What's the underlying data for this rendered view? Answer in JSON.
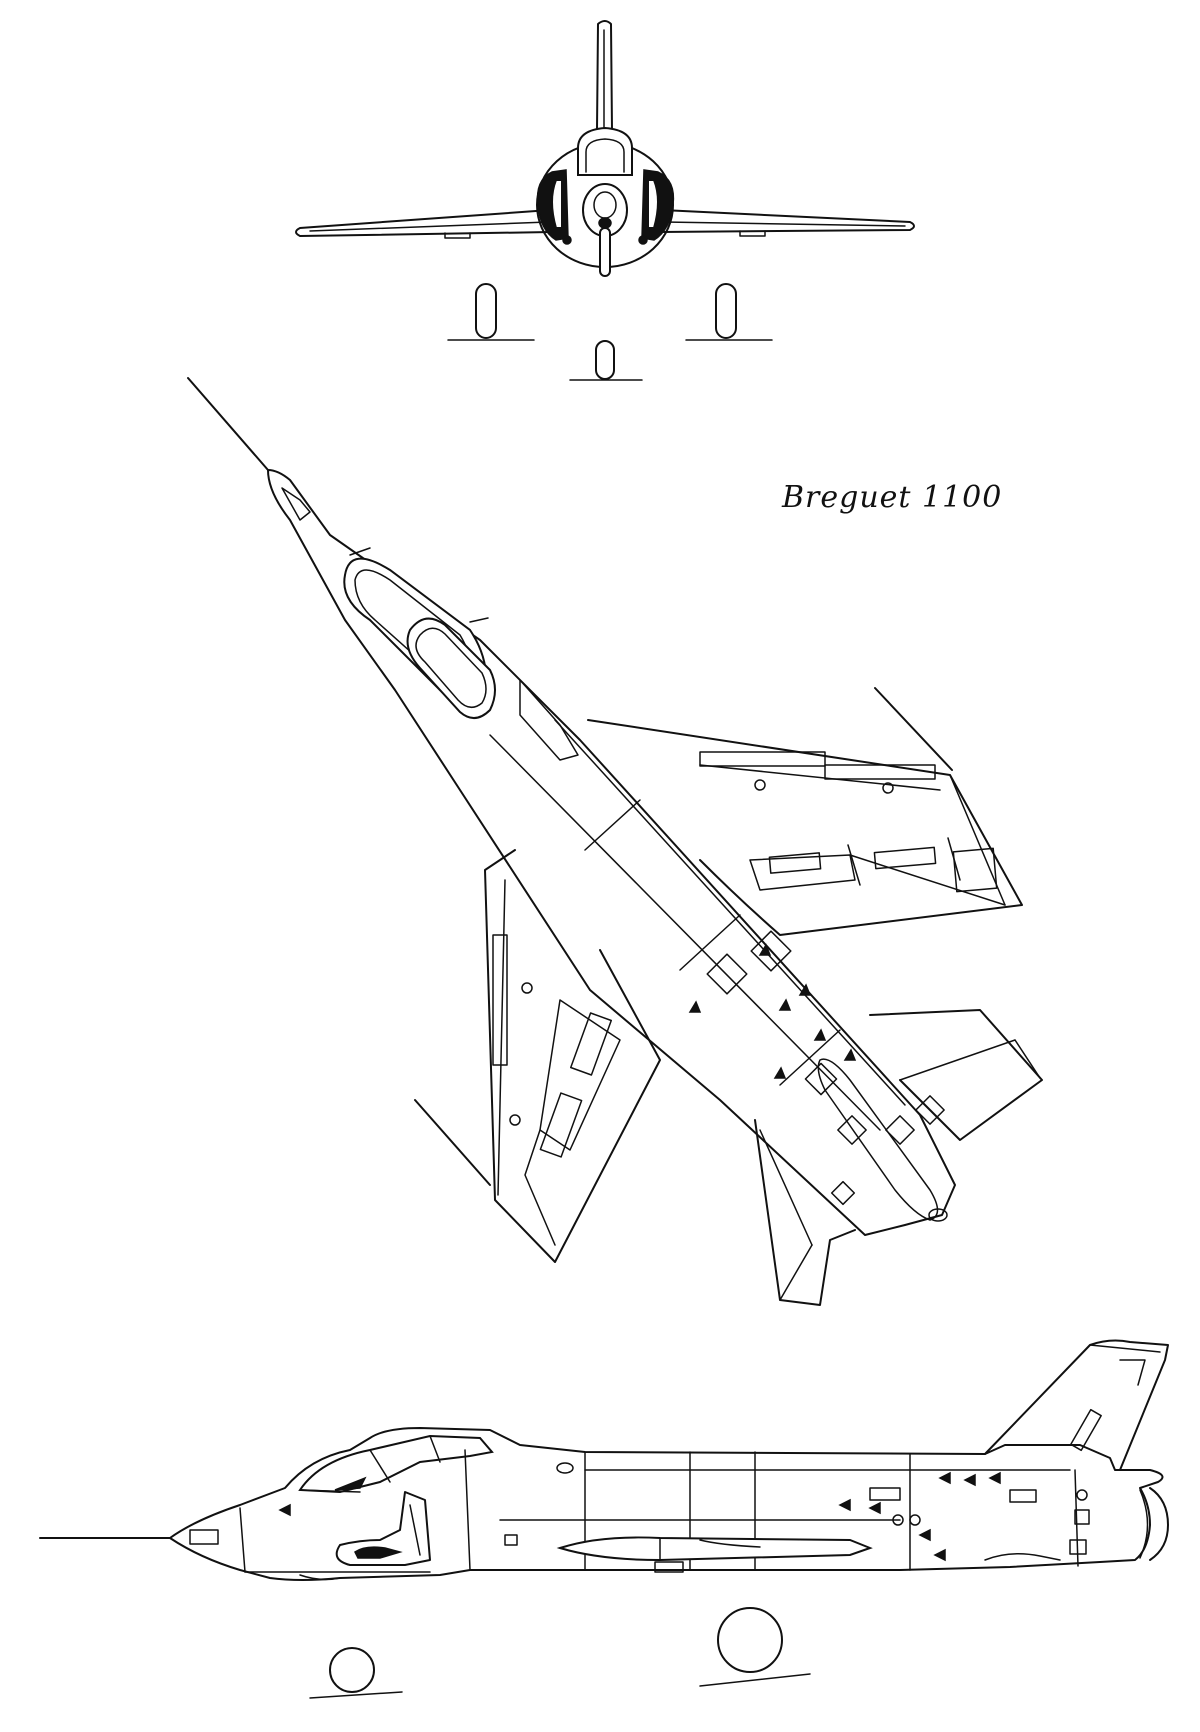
{
  "caption": "Breguet 1100",
  "colors": {
    "ink": "#111111",
    "paper": "#ffffff"
  },
  "views": [
    "front-view",
    "top-view",
    "side-view"
  ]
}
